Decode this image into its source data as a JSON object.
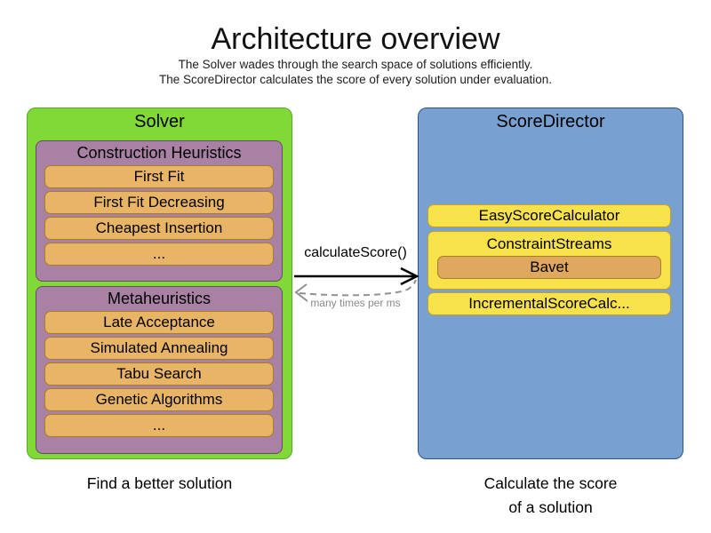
{
  "title": "Architecture overview",
  "subtitle_line1": "The Solver wades through the search space of solutions efficiently.",
  "subtitle_line2": "The ScoreDirector calculates the score of every solution under evaluation.",
  "solver": {
    "title": "Solver",
    "caption": "Find a better solution",
    "groups": [
      {
        "title": "Construction Heuristics",
        "items": [
          "First Fit",
          "First Fit Decreasing",
          "Cheapest Insertion",
          "..."
        ]
      },
      {
        "title": "Metaheuristics",
        "items": [
          "Late Acceptance",
          "Simulated Annealing",
          "Tabu Search",
          "Genetic Algorithms",
          "..."
        ]
      }
    ]
  },
  "score_director": {
    "title": "ScoreDirector",
    "caption_line1": "Calculate the score",
    "caption_line2": "of a solution",
    "items": [
      {
        "label": "EasyScoreCalculator"
      },
      {
        "label": "ConstraintStreams",
        "children": [
          "Bavet"
        ]
      },
      {
        "label": "IncrementalScoreCalc..."
      }
    ]
  },
  "arrow": {
    "label": "calculateScore()",
    "sublabel": "many times per ms"
  },
  "colors": {
    "green": "#80d936",
    "green_border": "#5aa82a",
    "purple": "#a881a5",
    "purple_border": "#68486a",
    "orange": "#e8b465",
    "orange_border": "#aa7d22",
    "bavet_orange": "#dfa75f",
    "yellow": "#f7e24b",
    "yellow_border": "#c8a01e",
    "blue": "#78a0d0",
    "blue_border": "#2e5288",
    "arrow_black": "#000000",
    "arrow_gray": "#909090",
    "gray_text": "#8a8a8a"
  }
}
